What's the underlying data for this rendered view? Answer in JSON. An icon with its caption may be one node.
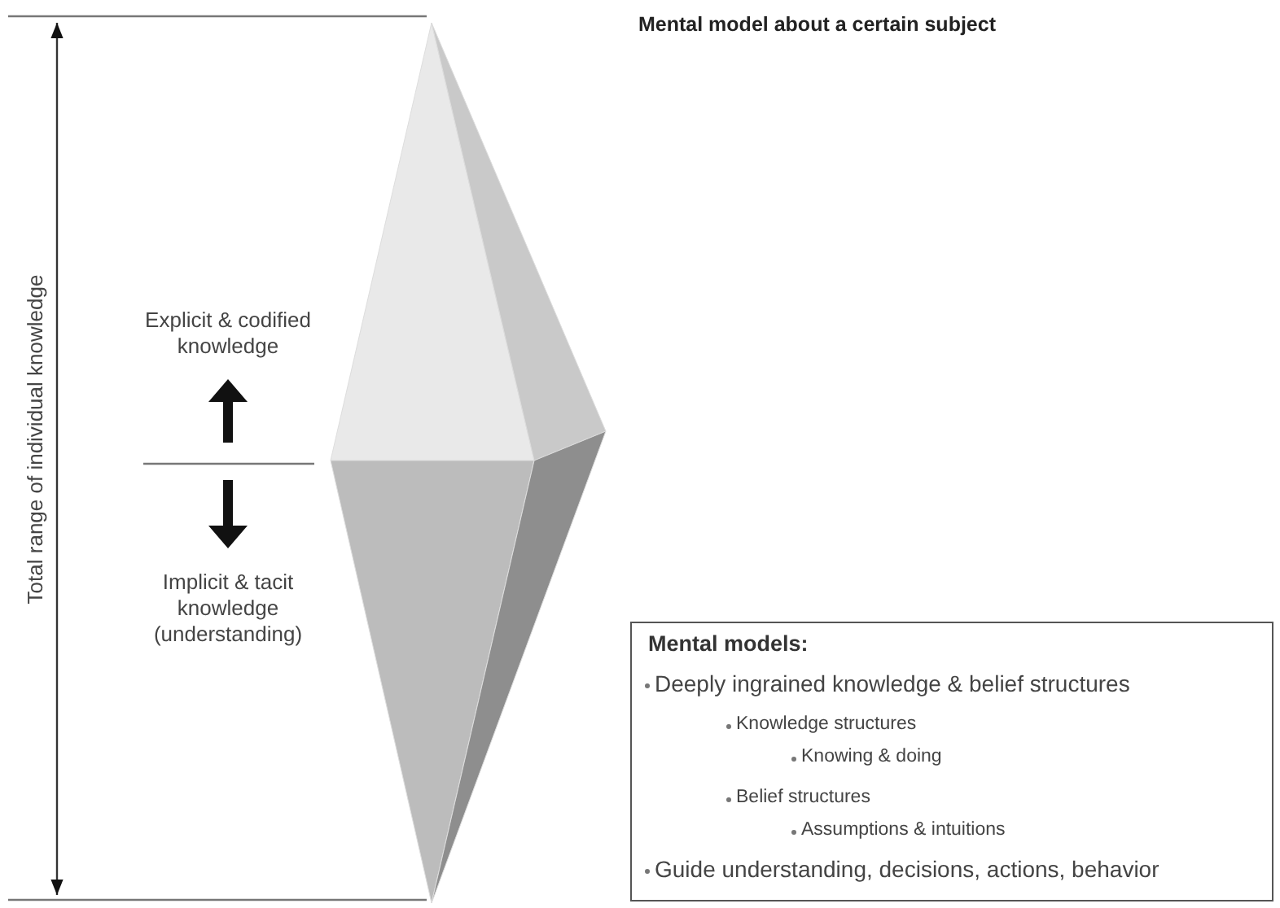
{
  "diagram": {
    "title": "Mental model about a certain subject",
    "nodes": [
      {
        "text": [
          "Mental models:",
          "Deeply ingrained knowledge & belief structures",
          "Knowledge structures",
          "Knowing & doing",
          "Belief structures",
          "Assumptions & intuitions",
          "Guide understanding, decisions, actions, behavior"
        ]
      }
    ],
    "labels": [
      "Total range of individual knowledge",
      "Explicit & codified knowledge",
      "Implicit & tacit knowledge (understanding)"
    ]
  }
}
